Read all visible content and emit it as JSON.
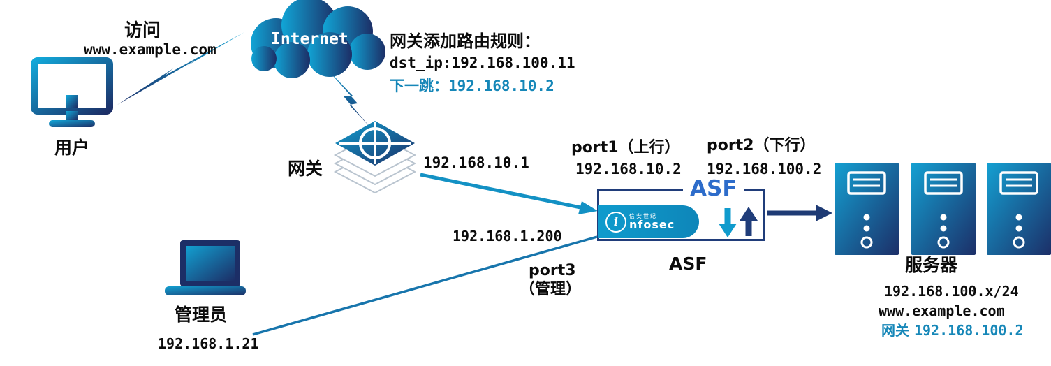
{
  "nodes": {
    "user": {
      "label": "用户"
    },
    "admin": {
      "label": "管理员",
      "ip": "192.168.1.21"
    },
    "internet": {
      "label": "Internet"
    },
    "gateway": {
      "label": "网关",
      "link_ip": "192.168.10.1"
    },
    "asf": {
      "title": "ASF",
      "caption": "ASF",
      "logo_i": "i",
      "logo_cn": "信安世纪",
      "logo_en": "nfosec"
    },
    "servers": {
      "label": "服务器",
      "subnet": "192.168.100.x/24",
      "domain": "www.example.com",
      "gw_label": "网关",
      "gw_ip": "192.168.100.2"
    }
  },
  "annotations": {
    "access": {
      "action": "访问",
      "target": "www.example.com"
    },
    "route_rule": {
      "title": "网关添加路由规则：",
      "rule": "dst_ip:192.168.100.11",
      "next_hop_label": "下一跳：",
      "next_hop_ip": "192.168.10.2"
    },
    "port1": {
      "label": "port1（上行）",
      "ip": "192.168.10.2"
    },
    "port2": {
      "label": "port2（下行）",
      "ip": "192.168.100.2"
    },
    "port3": {
      "label": "port3",
      "sub": "（管理）",
      "ip": "192.168.1.200"
    }
  },
  "colors": {
    "teal": "#1095c6",
    "navy": "#1c2f69",
    "asf_blue": "#2d6cca",
    "teal_text": "#1687b8"
  }
}
